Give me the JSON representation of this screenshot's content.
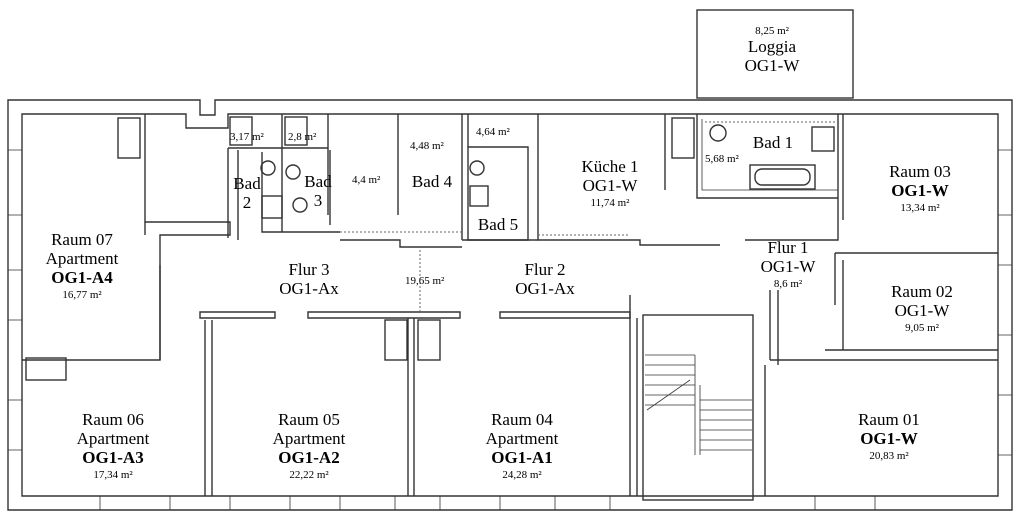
{
  "rooms": {
    "loggia": {
      "area": "8,25 m²",
      "name": "Loggia",
      "code": "OG1-W"
    },
    "bad1": {
      "name": "Bad 1",
      "area": "5,68 m²"
    },
    "kueche1": {
      "name": "Küche 1",
      "code": "OG1-W",
      "area": "11,74 m²"
    },
    "raum03": {
      "name": "Raum 03",
      "code": "OG1-W",
      "area": "13,34 m²"
    },
    "raum02": {
      "name": "Raum 02",
      "code": "OG1-W",
      "area": "9,05 m²"
    },
    "raum01": {
      "name": "Raum 01",
      "code": "OG1-W",
      "area": "20,83 m²"
    },
    "flur1": {
      "name": "Flur 1",
      "code": "OG1-W",
      "area": "8,6 m²"
    },
    "flur2": {
      "name": "Flur 2",
      "code": "OG1-Ax"
    },
    "flur3": {
      "name": "Flur 3",
      "code": "OG1-Ax"
    },
    "flurArea": "19,65 m²",
    "raum07": {
      "name": "Raum 07",
      "type": "Apartment",
      "code": "OG1-A4",
      "area": "16,77 m²"
    },
    "raum06": {
      "name": "Raum 06",
      "type": "Apartment",
      "code": "OG1-A3",
      "area": "17,34 m²"
    },
    "raum05": {
      "name": "Raum 05",
      "type": "Apartment",
      "code": "OG1-A2",
      "area": "22,22 m²"
    },
    "raum04": {
      "name": "Raum 04",
      "type": "Apartment",
      "code": "OG1-A1",
      "area": "24,28 m²"
    },
    "bad2": {
      "name1": "Bad",
      "name2": "2",
      "area": "3,17 m²"
    },
    "bad3": {
      "name1": "Bad",
      "name2": "3",
      "area": "2,8 m²"
    },
    "bad3b": {
      "area": "4,4 m²"
    },
    "bad4": {
      "name": "Bad 4",
      "area": "4,48 m²"
    },
    "bad5": {
      "name": "Bad 5",
      "area": "4,64 m²"
    }
  }
}
